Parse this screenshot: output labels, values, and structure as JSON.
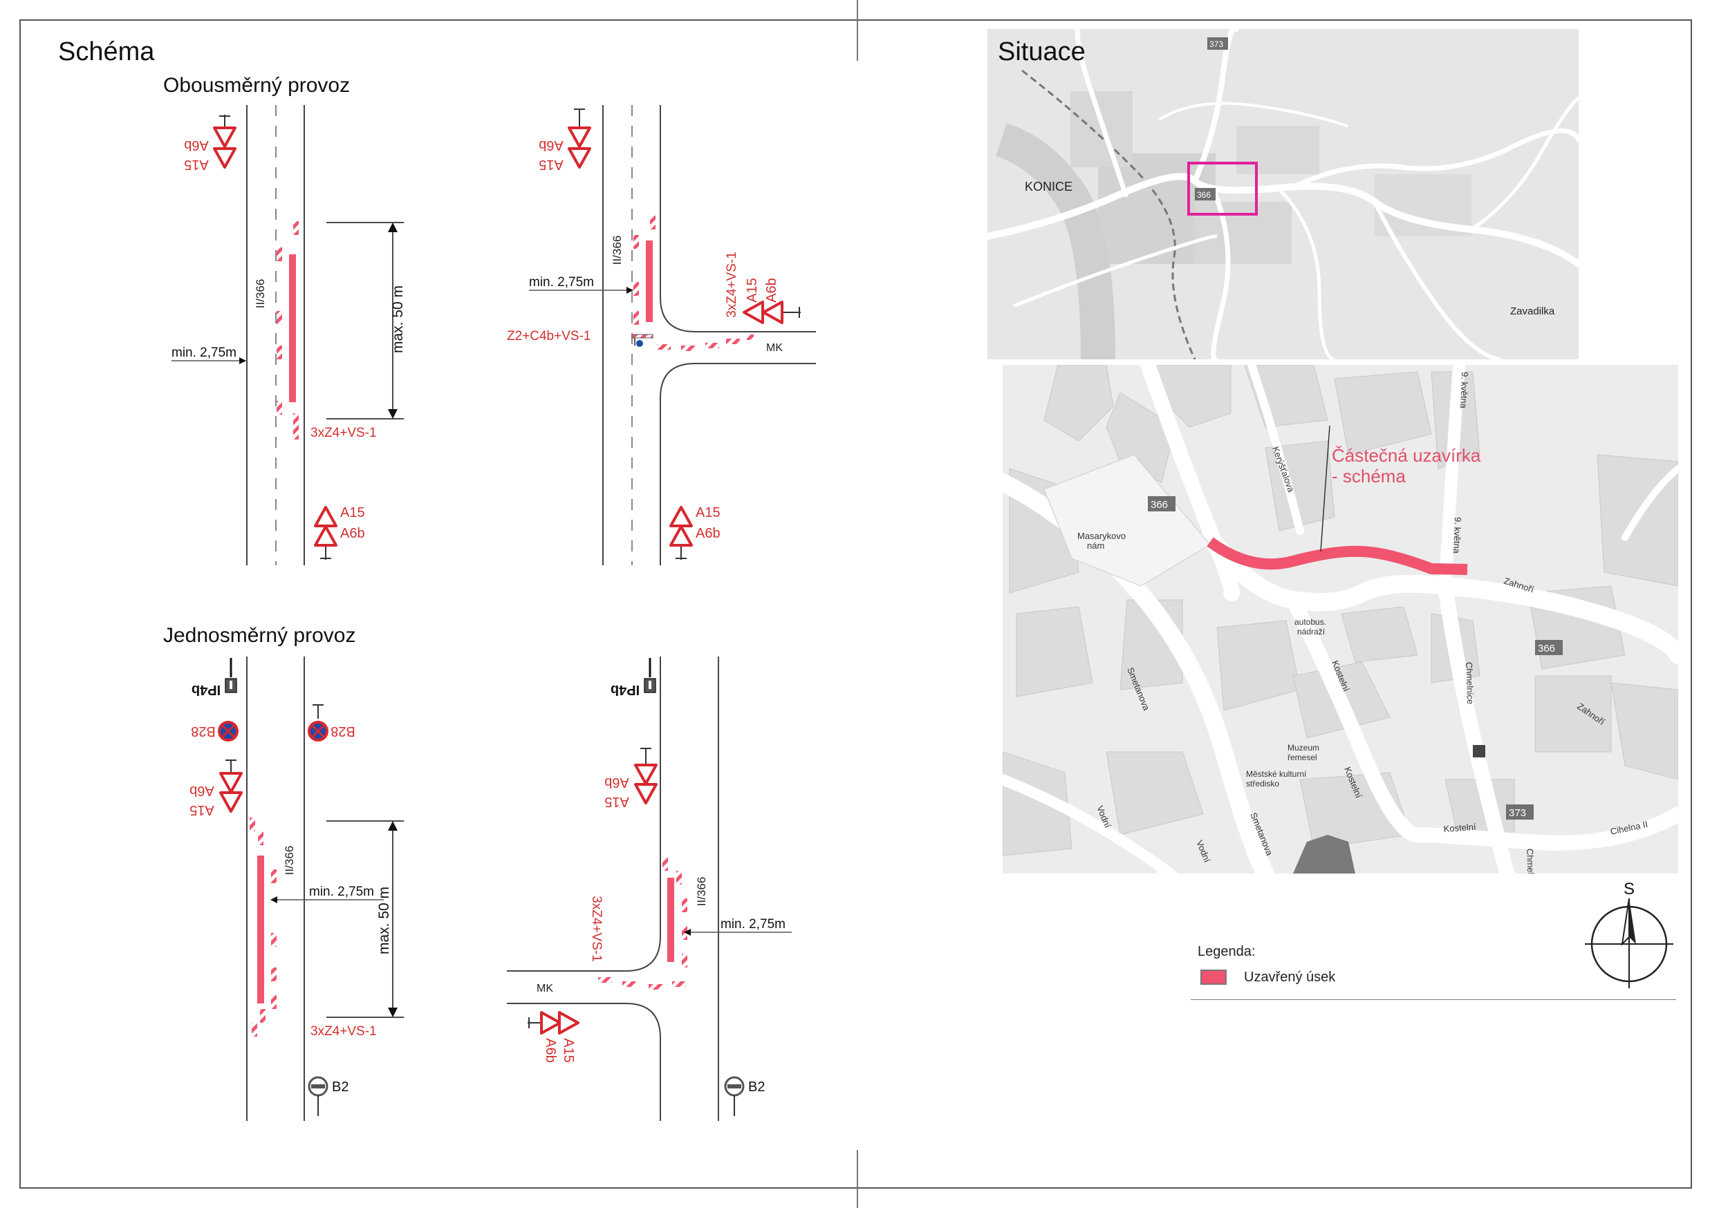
{
  "headings": {
    "schema": "Schéma",
    "situace": "Situace",
    "two_way": "Obousměrný provoz",
    "one_way": "Jednosměrný provoz"
  },
  "labels": {
    "road": "II/366",
    "min_width": "min. 2,75m",
    "max_length": "max. 50 m",
    "closure_marks": "3xZ4+VS-1",
    "crossing": "Z2+C4b+VS-1",
    "side_street": "MK",
    "sign_a15": "A15",
    "sign_a6b": "A6b",
    "sign_b28": "B28",
    "sign_ip4b": "IP4b",
    "sign_b2": "B2"
  },
  "map_overview": {
    "town": "KONICE",
    "place": "Zavadilka",
    "route": "366",
    "route_top": "373"
  },
  "map_detail": {
    "callout_line1": "Částečná uzavírka",
    "callout_line2": "- schéma",
    "square_line1": "Masarykovo",
    "square_line2": "nám",
    "bus_line1": "autobus.",
    "bus_line2": "nádraží",
    "museum_line1": "Muzeum",
    "museum_line2": "řemesel",
    "culture_line1": "Městské kulturní",
    "culture_line2": "středisko",
    "streets": [
      "Kostelní",
      "Kostelní",
      "Kostelní",
      "Smetanova",
      "Smetanova",
      "Vodní",
      "Vodní",
      "Chmelnice",
      "Chmelnice",
      "Zahnoří",
      "Zahnoří",
      "Cihelna II",
      "9. května",
      "9. května",
      "Kerýšťalova"
    ],
    "route_labels": [
      "366",
      "366",
      "373"
    ]
  },
  "north": "S",
  "legend": {
    "title": "Legenda:",
    "closed_section": "Uzavřený úsek",
    "closed_color": "#f0546e"
  },
  "colors": {
    "closure": "#f0546e",
    "sign_red": "#d8262e",
    "text_red": "#d32f2f",
    "map_road": "#ffffff",
    "map_block": "#dcdcdc",
    "map_shadow": "#b7b7b7",
    "highlight_box": "#e0209a"
  }
}
